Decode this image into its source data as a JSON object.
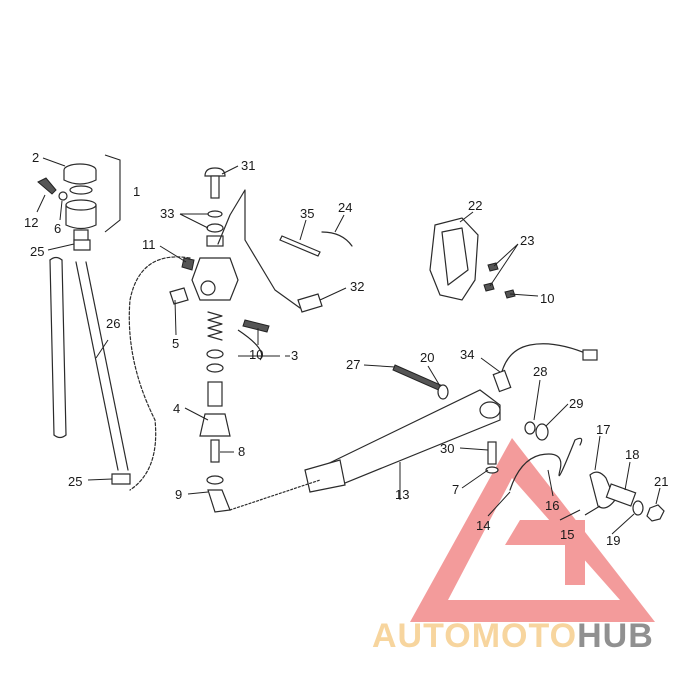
{
  "callouts": {
    "c1": "1",
    "c2": "2",
    "c3": "3",
    "c4": "4",
    "c5": "5",
    "c6": "6",
    "c7": "7",
    "c8": "8",
    "c9": "9",
    "c10a": "10",
    "c10b": "10",
    "c11": "11",
    "c12": "12",
    "c13": "13",
    "c14": "14",
    "c15": "15",
    "c16": "16",
    "c17": "17",
    "c18": "18",
    "c19": "19",
    "c20": "20",
    "c21": "21",
    "c22": "22",
    "c23": "23",
    "c24": "24",
    "c25a": "25",
    "c25b": "25",
    "c26": "26",
    "c27": "27",
    "c28": "28",
    "c29": "29",
    "c30": "30",
    "c31": "31",
    "c32": "32",
    "c33": "33",
    "c34": "34",
    "c35": "35"
  },
  "watermark": {
    "part1": "AUTO",
    "part2": "MOTO",
    "part3": "HUB",
    "color_light": "#f5c77e",
    "color_dark": "#6b6b6b",
    "triangle_color": "#ef7a7a"
  }
}
